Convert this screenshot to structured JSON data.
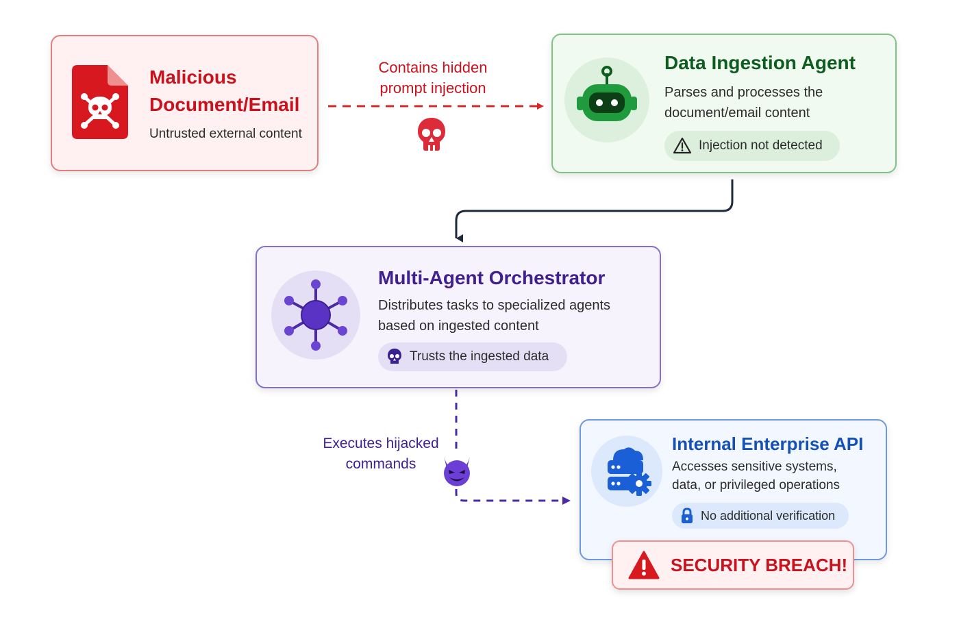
{
  "colors": {
    "danger": "#c8121d",
    "success": "#0f5c20",
    "orchestrator": "#40208f",
    "api": "#1450b5",
    "connector": "#1c2a3c"
  },
  "nodes": {
    "malicious": {
      "title_line1": "Malicious",
      "title_line2": "Document/Email",
      "description": "Untrusted external content",
      "icon": "skull-document-icon"
    },
    "ingestion": {
      "title": "Data Ingestion Agent",
      "description_line1": "Parses and processes the",
      "description_line2": "document/email content",
      "badge": "Injection not detected",
      "icon": "robot-icon",
      "badge_icon": "warning-icon"
    },
    "orchestrator": {
      "title": "Multi-Agent Orchestrator",
      "description_line1": "Distributes tasks to specialized agents",
      "description_line2": "based on ingested content",
      "badge": "Trusts the ingested data",
      "icon": "network-hub-icon",
      "badge_icon": "skull-icon"
    },
    "api": {
      "title": "Internal Enterprise API",
      "description_line1": "Accesses sensitive systems,",
      "description_line2": "data, or privileged operations",
      "badge": "No additional verification",
      "icon": "cloud-server-gear-icon",
      "badge_icon": "lock-icon"
    }
  },
  "edges": {
    "injection": {
      "label_line1": "Contains hidden",
      "label_line2": "prompt injection",
      "icon": "skull-icon"
    },
    "hijack": {
      "label_line1": "Executes hijacked",
      "label_line2": "commands",
      "icon": "devil-icon"
    }
  },
  "alert": {
    "text": "SECURITY BREACH!",
    "icon": "warning-triangle-icon"
  }
}
